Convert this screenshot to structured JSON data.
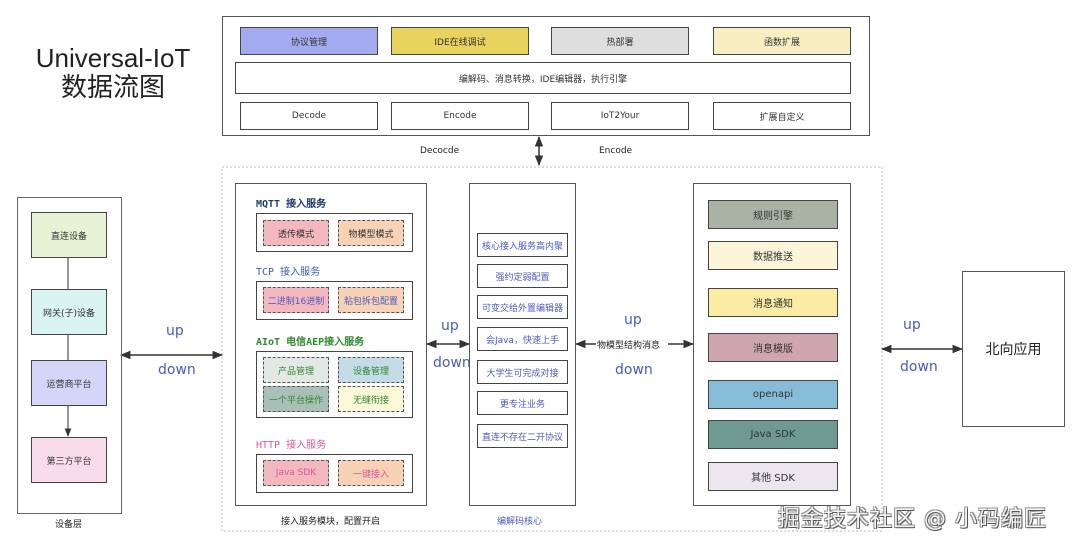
{
  "title": {
    "line1": "Universal-IoT",
    "line2": "数据流图"
  },
  "top_panel": {
    "features": [
      {
        "label": "协议管理",
        "color": "#a3aaf0"
      },
      {
        "label": "IDE在线调试",
        "color": "#e8d35e"
      },
      {
        "label": "热部署",
        "color": "#dedede"
      },
      {
        "label": "函数扩展",
        "color": "#f7efc2"
      }
    ],
    "description": "编解码、消息转换，IDE编辑器，执行引擎",
    "components": [
      "Decode",
      "Encode",
      "IoT2Your",
      "扩展自定义"
    ]
  },
  "vertical_link": {
    "left_label": "Decocde",
    "right_label": "Encode"
  },
  "device_layer": {
    "caption": "设备层",
    "nodes": [
      {
        "label": "直连设备",
        "color": "#e6f3d4"
      },
      {
        "label": "网关(子)设备",
        "color": "#d9f4f1"
      },
      {
        "label": "运营商平台",
        "color": "#d4d6f7"
      },
      {
        "label": "第三方平台",
        "color": "#f9dcea"
      }
    ]
  },
  "links": {
    "device_to_access": {
      "up": "up",
      "down": "down"
    },
    "access_to_core": {
      "up": "up",
      "down": "down"
    },
    "core_to_outputs": {
      "up": "up",
      "down": "down",
      "label": "物模型结构消息"
    },
    "outputs_to_north": {
      "up": "up",
      "down": "down"
    }
  },
  "access_services": {
    "caption": "接入服务模块，配置开启",
    "groups": [
      {
        "title": "MQTT 接入服务",
        "title_color": "#1f3b73",
        "items": [
          {
            "label": "透传模式",
            "color": "#f3b8bd",
            "text_color": "#333"
          },
          {
            "label": "物模型模式",
            "color": "#f8d2b6",
            "text_color": "#333"
          }
        ]
      },
      {
        "title": "TCP 接入服务",
        "title_color": "#3b5bb8",
        "items": [
          {
            "label": "二进制16进制",
            "color": "#f3b8bd",
            "text_color": "#4a5bbf"
          },
          {
            "label": "粘包拆包配置",
            "color": "#f8d2b6",
            "text_color": "#4a5bbf"
          }
        ]
      },
      {
        "title": "AIoT 电信AEP接入服务",
        "title_color": "#2e8b2e",
        "items": [
          {
            "label": "产品管理",
            "color": "#e3e8e5",
            "text_color": "#2e8b2e"
          },
          {
            "label": "设备管理",
            "color": "#c6dbe8",
            "text_color": "#2e8b2e"
          },
          {
            "label": "一个平台操作",
            "color": "#a9bfb8",
            "text_color": "#2e8b2e"
          },
          {
            "label": "无缝衔接",
            "color": "#fbf8d8",
            "text_color": "#2e8b2e"
          }
        ]
      },
      {
        "title": "HTTP 接入服务",
        "title_color": "#e0569a",
        "items": [
          {
            "label": "Java SDK",
            "color": "#f3b8bd",
            "text_color": "#e0569a"
          },
          {
            "label": "一键接入",
            "color": "#f8d2b6",
            "text_color": "#e0569a"
          }
        ]
      }
    ]
  },
  "codec_core": {
    "caption": "编解码核心",
    "items": [
      "核心接入服务高内聚",
      "强约定弱配置",
      "可变交给外置编辑器",
      "会Java，快速上手",
      "大学生可完成对接",
      "更专注业务",
      "直连不存在二开协议"
    ]
  },
  "outputs": {
    "items": [
      {
        "label": "规则引擎",
        "color": "#a9b3a5"
      },
      {
        "label": "数据推送",
        "color": "#fdf5d8"
      },
      {
        "label": "消息通知",
        "color": "#fbeca4"
      },
      {
        "label": "消息模版",
        "color": "#cfa6ad"
      },
      {
        "label": "openapi",
        "color": "#87bcd9"
      },
      {
        "label": "Java SDK",
        "color": "#6e9a91"
      },
      {
        "label": "其他 SDK",
        "color": "#ece6f0"
      }
    ]
  },
  "north_app": {
    "label": "北向应用"
  },
  "watermark": "掘金技术社区 @ 小码编匠"
}
